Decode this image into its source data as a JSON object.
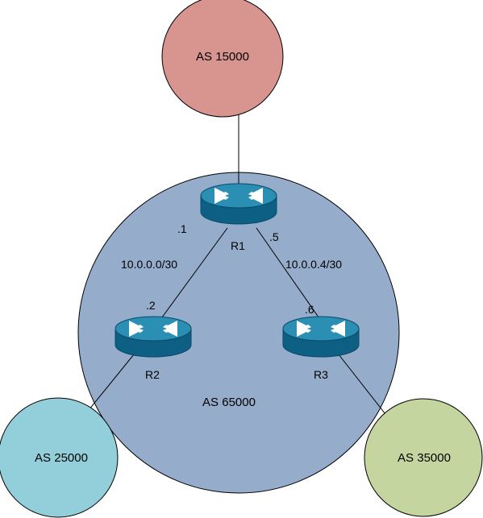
{
  "colors": {
    "as15000": "#d8948f",
    "as25000": "#93cfdb",
    "as35000": "#c4d5a0",
    "as65000": "#95acca",
    "router_top": "#2a8fb3",
    "router_side": "#0e5f84"
  },
  "as_nodes": {
    "as15000": "AS 15000",
    "as25000": "AS 25000",
    "as35000": "AS 35000",
    "as65000": "AS 65000"
  },
  "routers": {
    "r1": "R1",
    "r2": "R2",
    "r3": "R3"
  },
  "links": {
    "r1_r2": {
      "subnet": "10.0.0.0/30",
      "r1_end": ".1",
      "r2_end": ".2"
    },
    "r1_r3": {
      "subnet": "10.0.0.4/30",
      "r1_end": ".5",
      "r3_end": ".6"
    }
  },
  "icons": [
    "router-icon"
  ]
}
